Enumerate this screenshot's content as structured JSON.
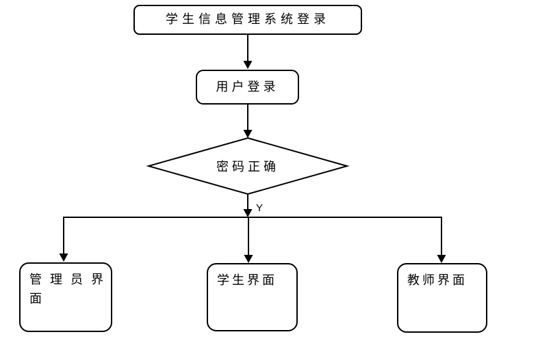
{
  "flowchart": {
    "background_color": "#ffffff",
    "stroke_color": "#000000",
    "nodes": {
      "title": {
        "label": "学生信息管理系统登录"
      },
      "login": {
        "label": "用户登录"
      },
      "decision": {
        "label": "密码正确"
      },
      "admin": {
        "label": "管理员界面",
        "line1": "管理员界",
        "line2": "面"
      },
      "student": {
        "label": "学生界面"
      },
      "teacher": {
        "label": "教师界面"
      }
    },
    "branch_label_yes": "Y"
  }
}
